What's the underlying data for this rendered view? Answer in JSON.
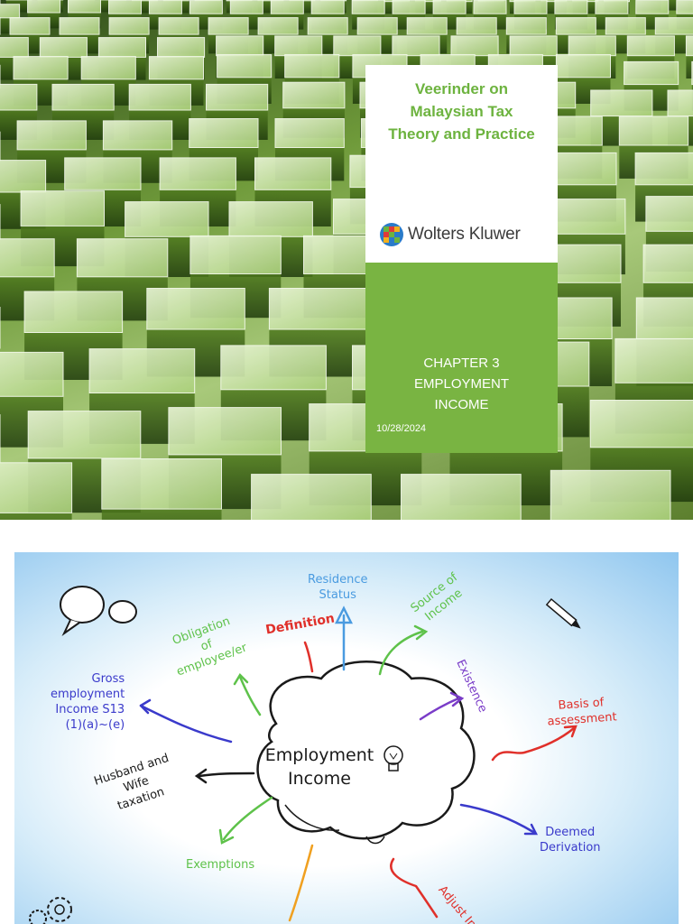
{
  "slide1": {
    "book_title_lines": [
      "Veerinder on",
      "Malaysian Tax",
      "Theory and Practice"
    ],
    "publisher": "Wolters Kluwer",
    "chapter_lines": [
      "CHAPTER 3",
      "EMPLOYMENT",
      "INCOME"
    ],
    "date": "10/28/2024",
    "colors": {
      "title_green": "#6db33f",
      "panel_green": "#79b442"
    }
  },
  "slide2": {
    "center_lines": [
      "Employment",
      "Income"
    ],
    "labels": {
      "residence": [
        "Residence",
        "Status"
      ],
      "source": [
        "Source of",
        "Income"
      ],
      "definition": "Definition",
      "obligation": [
        "Obligation",
        "of",
        "employee/er"
      ],
      "existence": "Existence",
      "gross": [
        "Gross",
        "employment",
        "Income S13",
        "(1)(a)~(e)"
      ],
      "basis": [
        "Basis of",
        "assessment"
      ],
      "husband": [
        "Husband and",
        "Wife",
        "taxation"
      ],
      "deemed": [
        "Deemed",
        "Derivation"
      ],
      "exemptions": "Exemptions",
      "adjust": "Adjust In"
    },
    "colors": {
      "blue": "#3a3acb",
      "sky": "#4a9be0",
      "green": "#5ec24a",
      "red": "#e0302a",
      "purple": "#7a3cc8",
      "orange": "#f0a020",
      "black": "#1a1a1a"
    }
  }
}
